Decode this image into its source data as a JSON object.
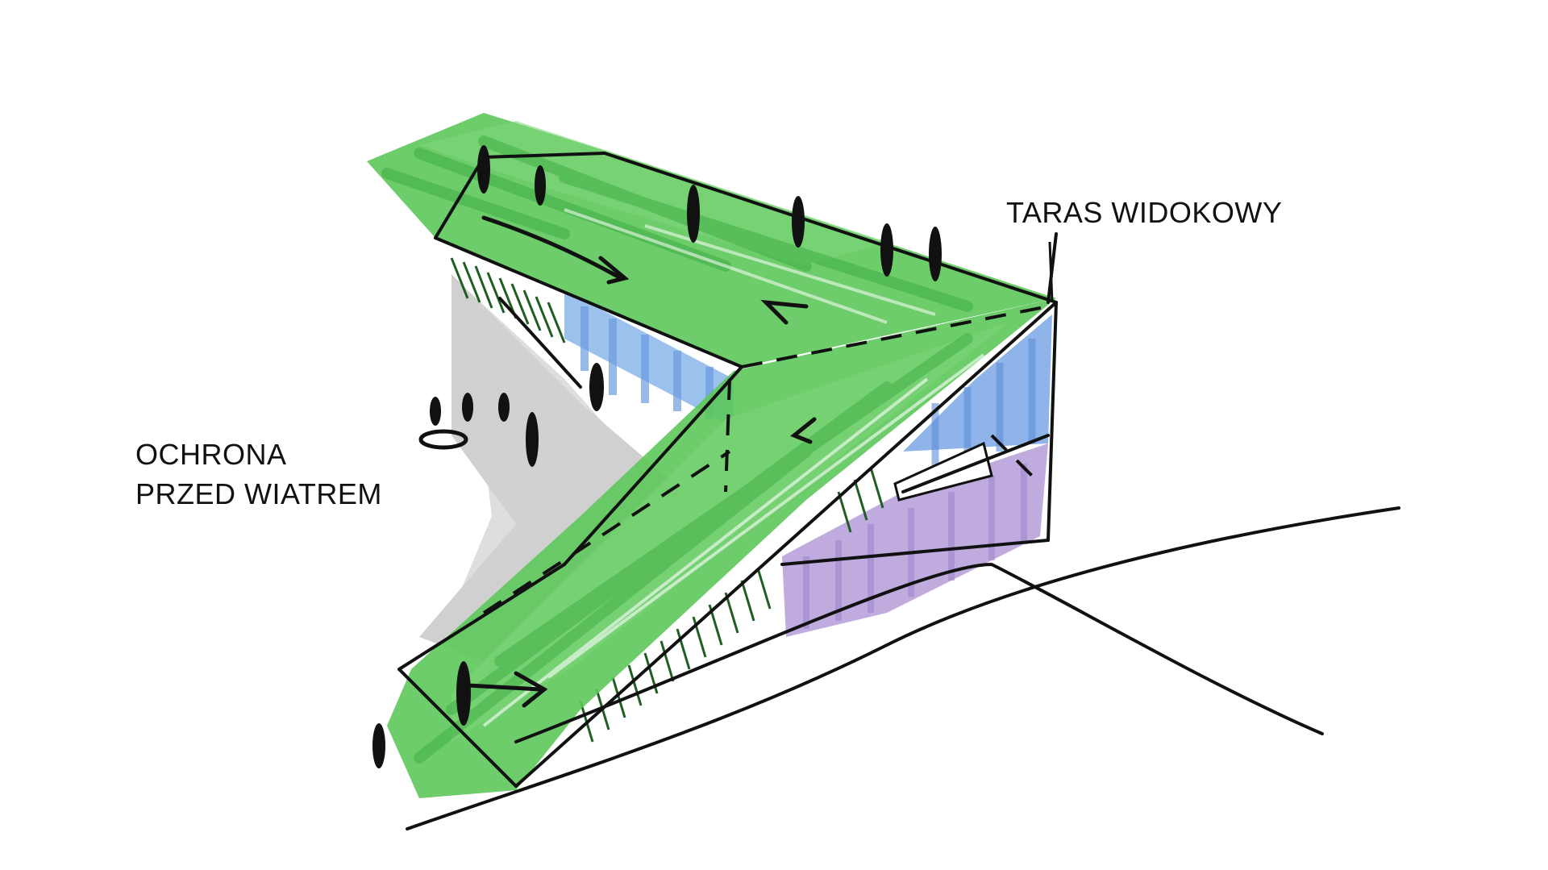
{
  "diagram": {
    "type": "architectural concept sketch",
    "labels": {
      "viewing_terrace": "TARAS WIDOKOWY",
      "wind_protection_line1": "OCHRONA",
      "wind_protection_line2": "PRZED WIATREM"
    },
    "colors": {
      "roof_green": "#5cc85a",
      "roof_green_dark": "#3fae45",
      "glazing_blue": "#8ab6ea",
      "wall_purple": "#b9a2dc",
      "wind_grey": "#9a9a9a",
      "ink": "#111111",
      "background": "#ffffff"
    },
    "elements": [
      "v-shaped green roof",
      "upper roof wing",
      "lower roof wing",
      "glazed facade",
      "purple wall volume",
      "wind shadow zone",
      "terrain lines",
      "people figures",
      "direction arrows"
    ]
  }
}
